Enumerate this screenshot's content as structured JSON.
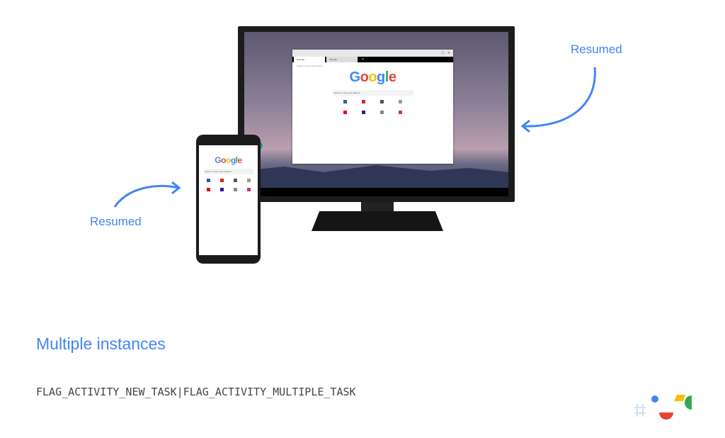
{
  "labels": {
    "resumed_desktop": "Resumed",
    "resumed_phone": "Resumed"
  },
  "slide": {
    "heading": "Multiple instances",
    "code": "FLAG_ACTIVITY_NEW_TASK|FLAG_ACTIVITY_MULTIPLE_TASK"
  },
  "browser": {
    "tabs": [
      "New tab",
      "New tab"
    ],
    "new_tab": "+",
    "address_placeholder": "Search or type web address",
    "logo": "Google",
    "search_placeholder": "Search or type web address"
  },
  "colors": {
    "accent": "#4285f4",
    "shortcut_colors": [
      "#3b5998",
      "#e62117",
      "#555555",
      "#999999",
      "#e60023",
      "#2d1b8e",
      "#888888",
      "#c13584"
    ]
  }
}
